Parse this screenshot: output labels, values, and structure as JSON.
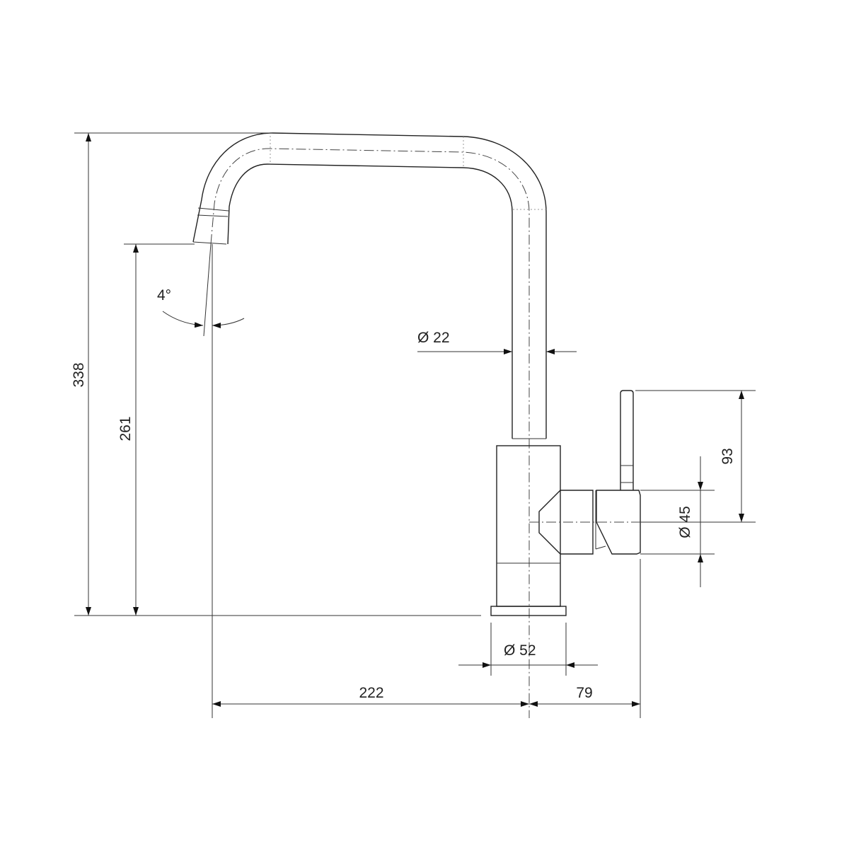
{
  "drawing": {
    "title": "Kitchen faucet dimension drawing",
    "dimensions": {
      "total_height": "338",
      "spout_height": "261",
      "spout_angle": "4°",
      "spout_diameter": "Ø 22",
      "lever_height": "93",
      "handle_diameter": "Ø 45",
      "base_diameter": "Ø 52",
      "reach": "222",
      "handle_depth": "79"
    },
    "line_color": "#222222"
  }
}
